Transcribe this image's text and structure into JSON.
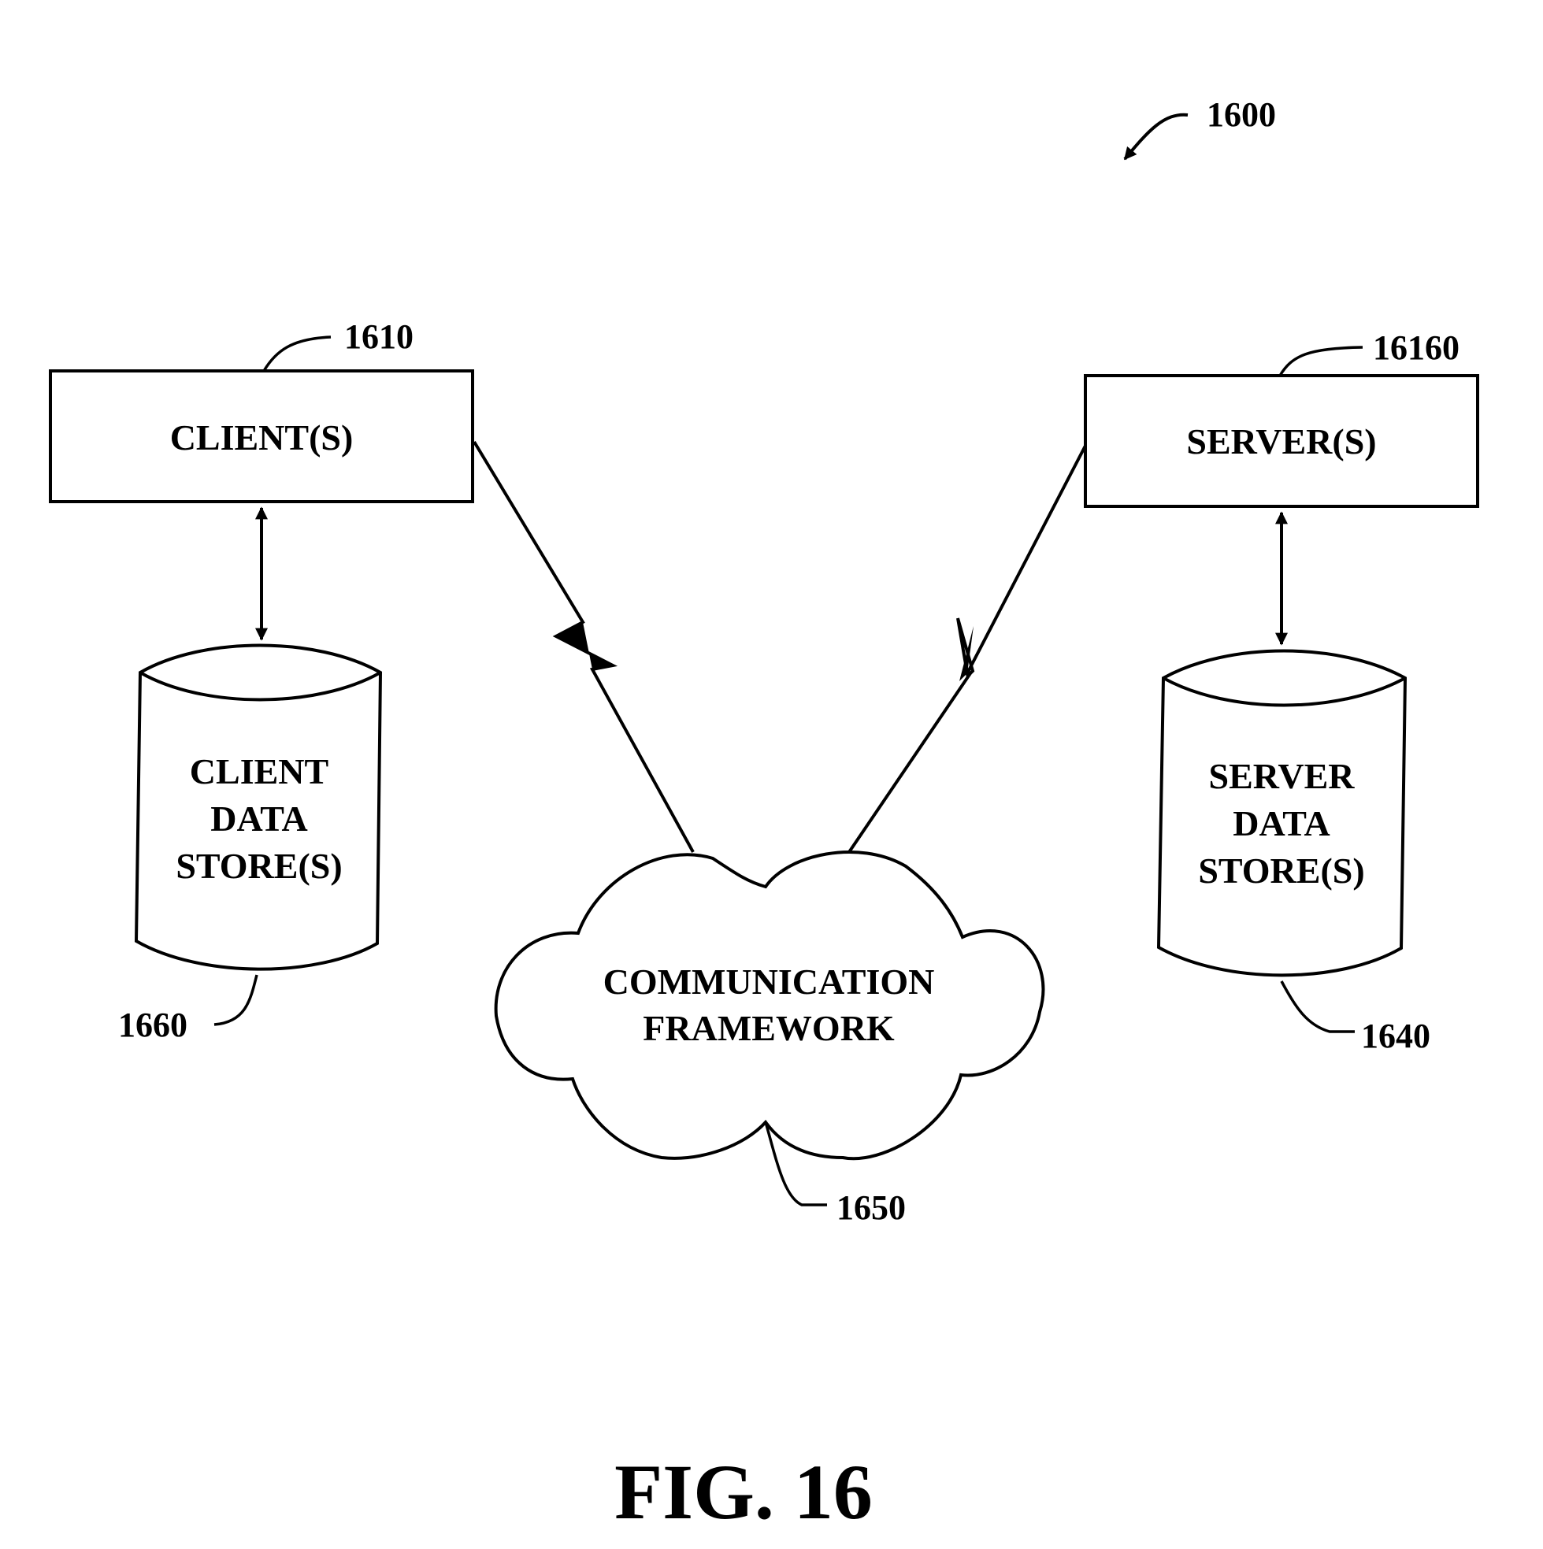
{
  "diagram": {
    "figure_ref": "1600",
    "client": {
      "label": "CLIENT(S)",
      "ref": "1610"
    },
    "server": {
      "label": "SERVER(S)",
      "ref": "16160"
    },
    "client_store": {
      "lines": [
        "CLIENT",
        "DATA",
        "STORE(S)"
      ],
      "ref": "1660"
    },
    "server_store": {
      "lines": [
        "SERVER",
        "DATA",
        "STORE(S)"
      ],
      "ref": "1640"
    },
    "framework": {
      "lines": [
        "COMMUNICATION",
        "FRAMEWORK"
      ],
      "ref": "1650"
    },
    "caption": "FIG. 16"
  }
}
